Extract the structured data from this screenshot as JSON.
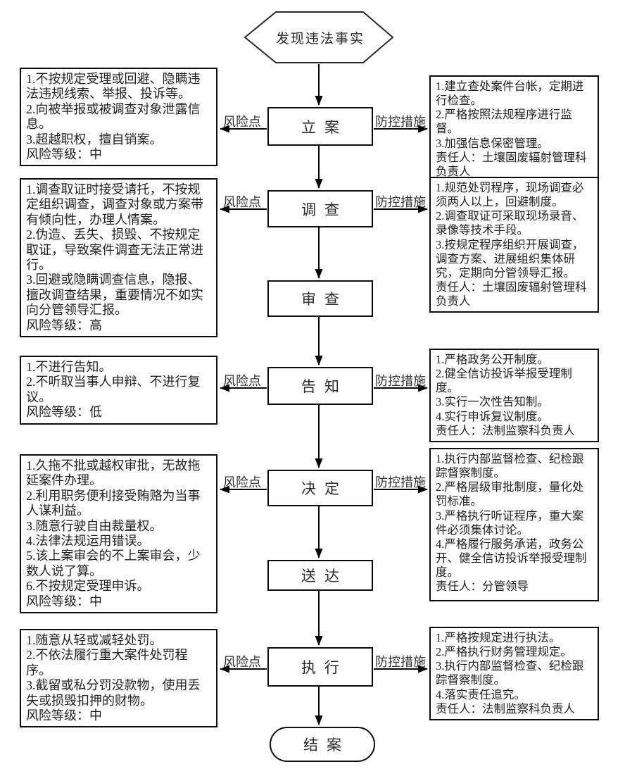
{
  "flow": {
    "start_label": "发现违法事实",
    "end_label": "结案",
    "risk_label": "风险点",
    "control_label": "防控措施",
    "steps": {
      "filing": "立案",
      "investigation": "调查",
      "review": "审查",
      "notification": "告知",
      "decision": "决定",
      "delivery": "送达",
      "execution": "执行"
    }
  },
  "risk_boxes": {
    "filing": {
      "items": [
        "1.不按规定受理或回避、隐瞒违法违规线索、举报、投诉等。",
        "2.向被举报或被调查对象泄露信息。",
        "3.超越职权，擅自销案。"
      ],
      "level": "风险等级：中"
    },
    "investigation": {
      "items": [
        "1.调查取证时接受请托，不按规定组织调查，调查对象或方案带有倾向性，办理人情案。",
        "2.伪造、丢失、损毁、不按规定取证，导致案件调查无法正常进行。",
        "3.回避或隐瞒调查信息，隐报、擅改调查结果，重要情况不如实向分管领导汇报。"
      ],
      "level": "风险等级：高"
    },
    "notification": {
      "items": [
        "1.不进行告知。",
        "2.不听取当事人申辩、不进行复议。"
      ],
      "level": "风险等级：低"
    },
    "decision": {
      "items": [
        "1.久拖不批或越权审批，无故拖延案件办理。",
        "2.利用职务便利接受贿赂为当事人谋利益。",
        "3.随意行驶自由裁量权。",
        "4.法律法规运用错误。",
        "5.该上案审会的不上案审会，少数人说了算。",
        "6.不按规定受理申诉。"
      ],
      "level": "风险等级：中"
    },
    "execution": {
      "items": [
        "1.随意从轻或减轻处罚。",
        "2.不依法履行重大案件处罚程序。",
        "3.截留或私分罚没款物，使用丢失或损毁扣押的财物。"
      ],
      "level": "风险等级：中"
    }
  },
  "control_boxes": {
    "filing": {
      "items": [
        "1.建立查处案件台帐，定期进行检查。",
        "2.严格按照法规程序进行监督。",
        "3.加强信息保密管理。"
      ],
      "owner": "责任人：土壤固废辐射管理科负责人"
    },
    "investigation": {
      "items": [
        "1.规范处罚程序，现场调查必须两人以上，回避制度。",
        "2.调查取证可采取现场录音、录像等技术手段。",
        "3.按规定程序组织开展调查，调查方案、进展组织集体研究，定期向分管领导汇报。"
      ],
      "owner": "责任人：土壤固废辐射管理科负责人"
    },
    "notification": {
      "items": [
        "1.严格政务公开制度。",
        "2.健全信访投诉举报受理制度。",
        "3.实行一次性告知制。",
        "4.实行申诉复议制度。"
      ],
      "owner": "责任人：法制监察科负责人"
    },
    "decision": {
      "items": [
        "1.执行内部监督检查、纪检跟踪督察制度。",
        "2.严格层级审批制度，量化处罚标准。",
        "3.严格执行听证程序，重大案件必须集体讨论。",
        "4.严格履行服务承诺，政务公开、健全信访投诉举报受理制度。"
      ],
      "owner": "责任人：分管领导"
    },
    "execution": {
      "items": [
        "1.严格按规定进行执法。",
        "2.严格执行财务管理规定。",
        "3.执行内部监督检查、纪检跟踪督察制度。",
        "4.落实责任追究。"
      ],
      "owner": "责任人：法制监察科负责人"
    }
  }
}
